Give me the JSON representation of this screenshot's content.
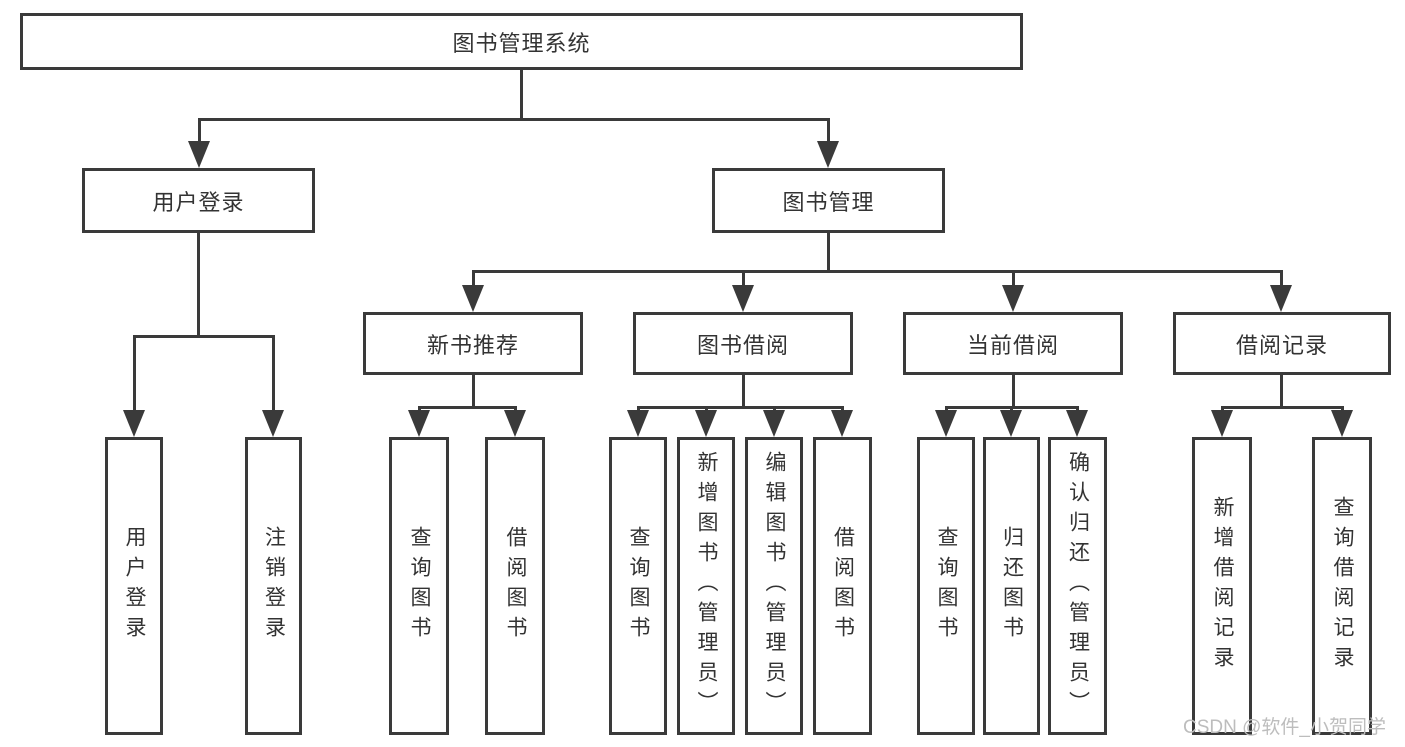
{
  "tree": {
    "label": "图书管理系统",
    "children": [
      {
        "label": "用户登录",
        "children": [
          {
            "label": "用户登录"
          },
          {
            "label": "注销登录"
          }
        ]
      },
      {
        "label": "图书管理",
        "children": [
          {
            "label": "新书推荐",
            "children": [
              {
                "label": "查询图书"
              },
              {
                "label": "借阅图书"
              }
            ]
          },
          {
            "label": "图书借阅",
            "children": [
              {
                "label": "查询图书"
              },
              {
                "label": "新增图书（管理员）"
              },
              {
                "label": "编辑图书（管理员）"
              },
              {
                "label": "借阅图书"
              }
            ]
          },
          {
            "label": "当前借阅",
            "children": [
              {
                "label": "查询图书"
              },
              {
                "label": "归还图书"
              },
              {
                "label": "确认归还（管理员）"
              }
            ]
          },
          {
            "label": "借阅记录",
            "children": [
              {
                "label": "新增借阅记录"
              },
              {
                "label": "查询借阅记录"
              }
            ]
          }
        ]
      }
    ]
  },
  "watermark": {
    "text": "CSDN @软件_小贺同学"
  },
  "colors": {
    "line": "#3a3a3a",
    "text": "#333333",
    "watermark": "#bdbdbd",
    "bg": "#ffffff"
  }
}
